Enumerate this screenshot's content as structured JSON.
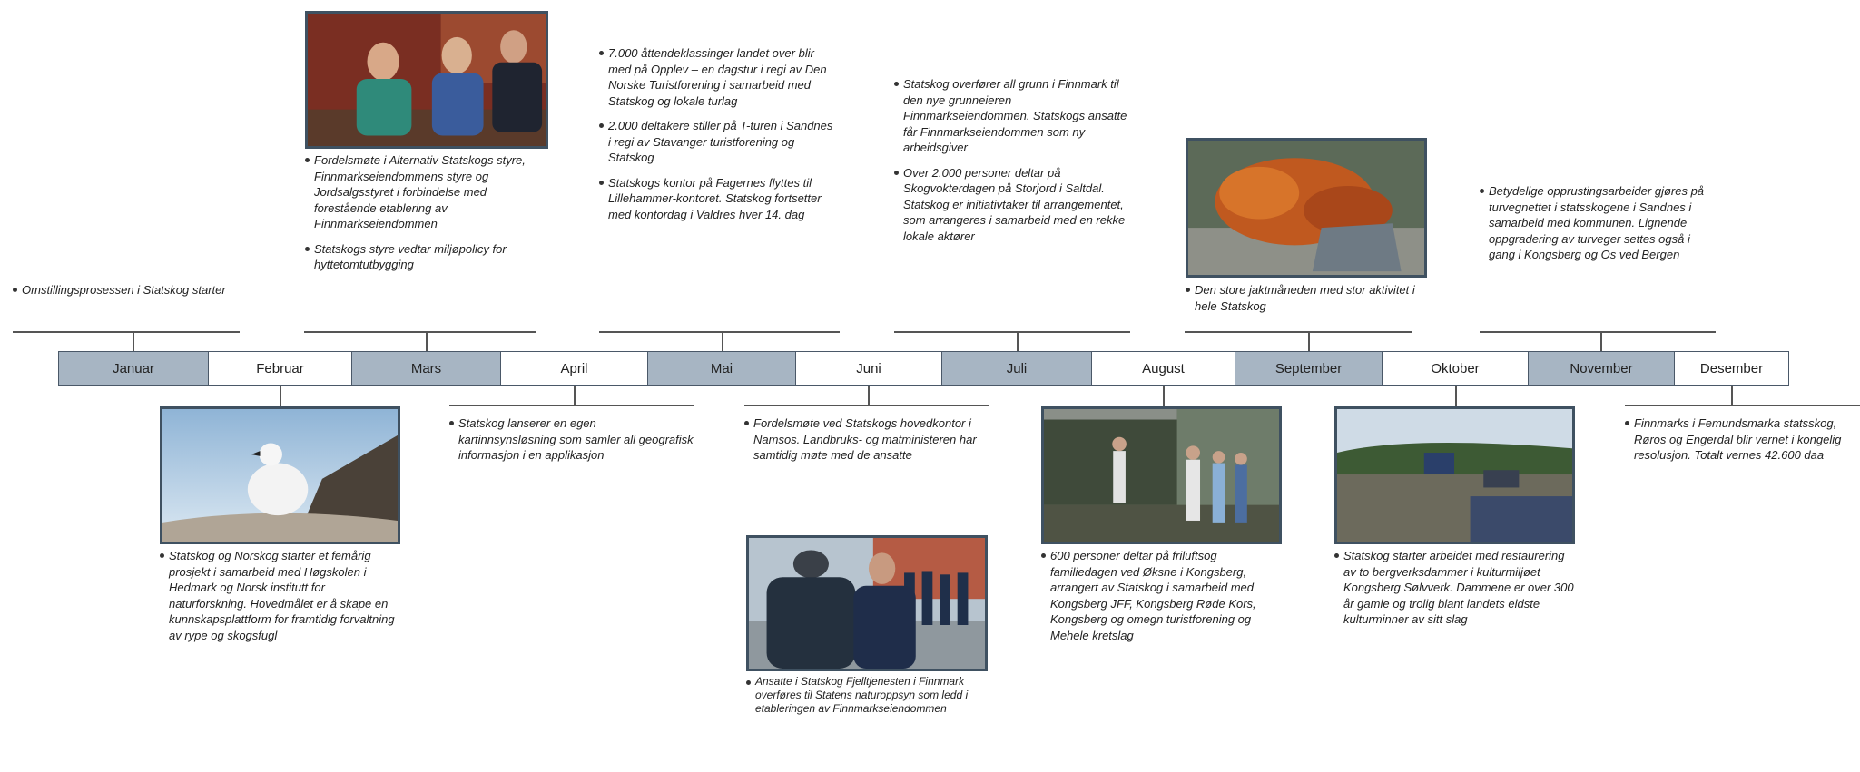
{
  "months": [
    "Januar",
    "Februar",
    "Mars",
    "April",
    "Mai",
    "Juni",
    "Juli",
    "August",
    "September",
    "Oktober",
    "November",
    "Desember"
  ],
  "events": {
    "januar": [
      "Omstillingsprosessen i Statskog starter"
    ],
    "februar": [
      "Statskog og Norskog starter et femårig prosjekt i samarbeid med Høgskolen i Hedmark og Norsk institutt for naturforskning. Hovedmålet er å skape en kunnskapsplattform for framtidig forvaltning av rype og skogsfugl"
    ],
    "mars": [
      "Fordelsmøte i Alternativ Statskogs styre, Finnmarkseiendommens styre og Jordsalgsstyret i forbindelse med forestående etablering av Finnmarkseiendommen",
      "Statskogs styre vedtar miljøpolicy for hyttetomtutbygging"
    ],
    "april": [
      "Statskog lanserer en egen kartinnsynsløsning som samler all geografisk informasjon i en applikasjon"
    ],
    "mai": [
      "7.000 åttendeklassinger landet over blir med på Opplev – en dagstur i regi av Den Norske Turistforening i samarbeid med Statskog og lokale turlag",
      "2.000 deltakere stiller på T-turen i Sandnes i regi av Stavanger turistforening og Statskog",
      "Statskogs kontor på Fagernes flyttes til Lillehammer-kontoret. Statskog fortsetter med kontordag i Valdres hver 14. dag"
    ],
    "juni": [
      "Fordelsmøte ved Statskogs hovedkontor i Namsos. Landbruks- og matministeren har samtidig møte med de ansatte",
      "Ansatte i Statskog Fjelltjenesten i Finnmark overføres til Statens naturoppsyn som ledd i etableringen av Finnmarkseiendommen"
    ],
    "juli": [
      "Statskog overfører all grunn i Finnmark til den nye grunneieren Finnmarkseiendommen. Statskogs ansatte får Finnmarkseiendommen som ny arbeidsgiver",
      "Over 2.000 personer deltar på Skogvokterdagen på Storjord i Saltdal. Statskog er initiativtaker til arrangementet, som arrangeres i samarbeid med en rekke lokale aktører"
    ],
    "august": [
      "600 personer deltar på friluftsog familiedagen ved Øksne i Kongsberg, arrangert av Statskog i samarbeid med Kongsberg JFF, Kongsberg Røde Kors, Kongsberg og omegn turistforening og Mehele kretslag"
    ],
    "september": [
      "Den store jaktmåneden med stor aktivitet i hele Statskog"
    ],
    "oktober": [
      "Statskog starter arbeidet med restaurering av to bergverksdammer i kulturmiljøet Kongsberg Sølvverk. Dammene er over 300 år gamle og trolig blant landets eldste kulturminner av sitt slag"
    ],
    "november": [
      "Betydelige opprustingsarbeider gjøres på turvegnettet i statsskogene i Sandnes i samarbeid med kommunen. Lignende oppgradering av turveger settes også i gang i Kongsberg og Os ved Bergen"
    ],
    "desember": [
      "Finnmarks i Femundsmarka statsskog, Røros og Engerdal blir vernet i kongelig resolusjon. Totalt vernes 42.600 daa"
    ]
  },
  "colors": {
    "dark_month": "#a7b5c3",
    "border": "#4a5868",
    "photo_frame": "#3f5161"
  }
}
